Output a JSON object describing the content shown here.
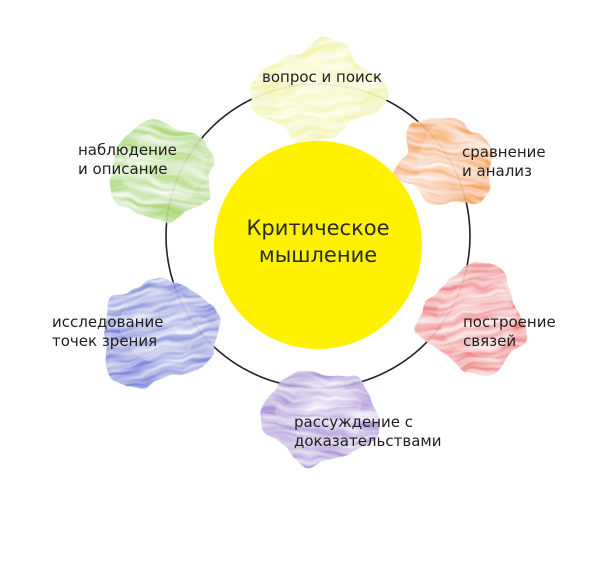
{
  "center": {
    "line1": "Критическое",
    "line2": "мышление",
    "color": "#FFF100"
  },
  "nodes": [
    {
      "id": "question",
      "line1": "вопрос и поиск",
      "line2": "",
      "color": "#F3F4A6"
    },
    {
      "id": "compare",
      "line1": "сравнение",
      "line2": "и анализ",
      "color": "#F6A04D"
    },
    {
      "id": "connect",
      "line1": "построение",
      "line2": "связей",
      "color": "#EF7C7C"
    },
    {
      "id": "reason",
      "line1": "рассуждение с",
      "line2": "доказательствами",
      "color": "#A98ED6"
    },
    {
      "id": "viewpoints",
      "line1": "исследование",
      "line2": "точек зрения",
      "color": "#6F7FD9"
    },
    {
      "id": "observe",
      "line1": "наблюдение",
      "line2": "и описание",
      "color": "#A6D86A"
    }
  ],
  "ring_color": "#222222"
}
